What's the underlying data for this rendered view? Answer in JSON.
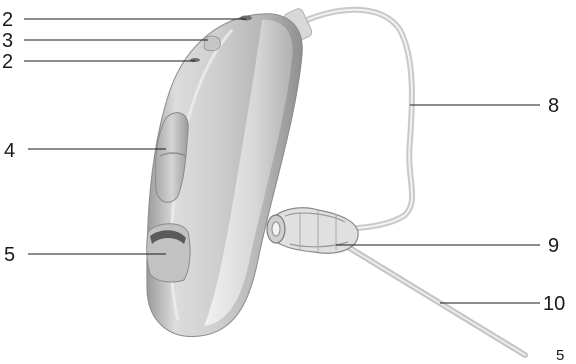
{
  "callouts": [
    {
      "id": "c2a",
      "label": "2"
    },
    {
      "id": "c3",
      "label": "3"
    },
    {
      "id": "c2b",
      "label": "2"
    },
    {
      "id": "c4",
      "label": "4"
    },
    {
      "id": "c5",
      "label": "5"
    },
    {
      "id": "c8",
      "label": "8"
    },
    {
      "id": "c9",
      "label": "9"
    },
    {
      "id": "c10",
      "label": "10"
    }
  ],
  "page_number": "5",
  "colors": {
    "body_light": "#e6e6e6",
    "body_mid": "#b9b9b9",
    "body_dark": "#8c8c8c",
    "line": "#1a1a1a"
  },
  "icons": {
    "device": "hearing-aid-illustration"
  }
}
